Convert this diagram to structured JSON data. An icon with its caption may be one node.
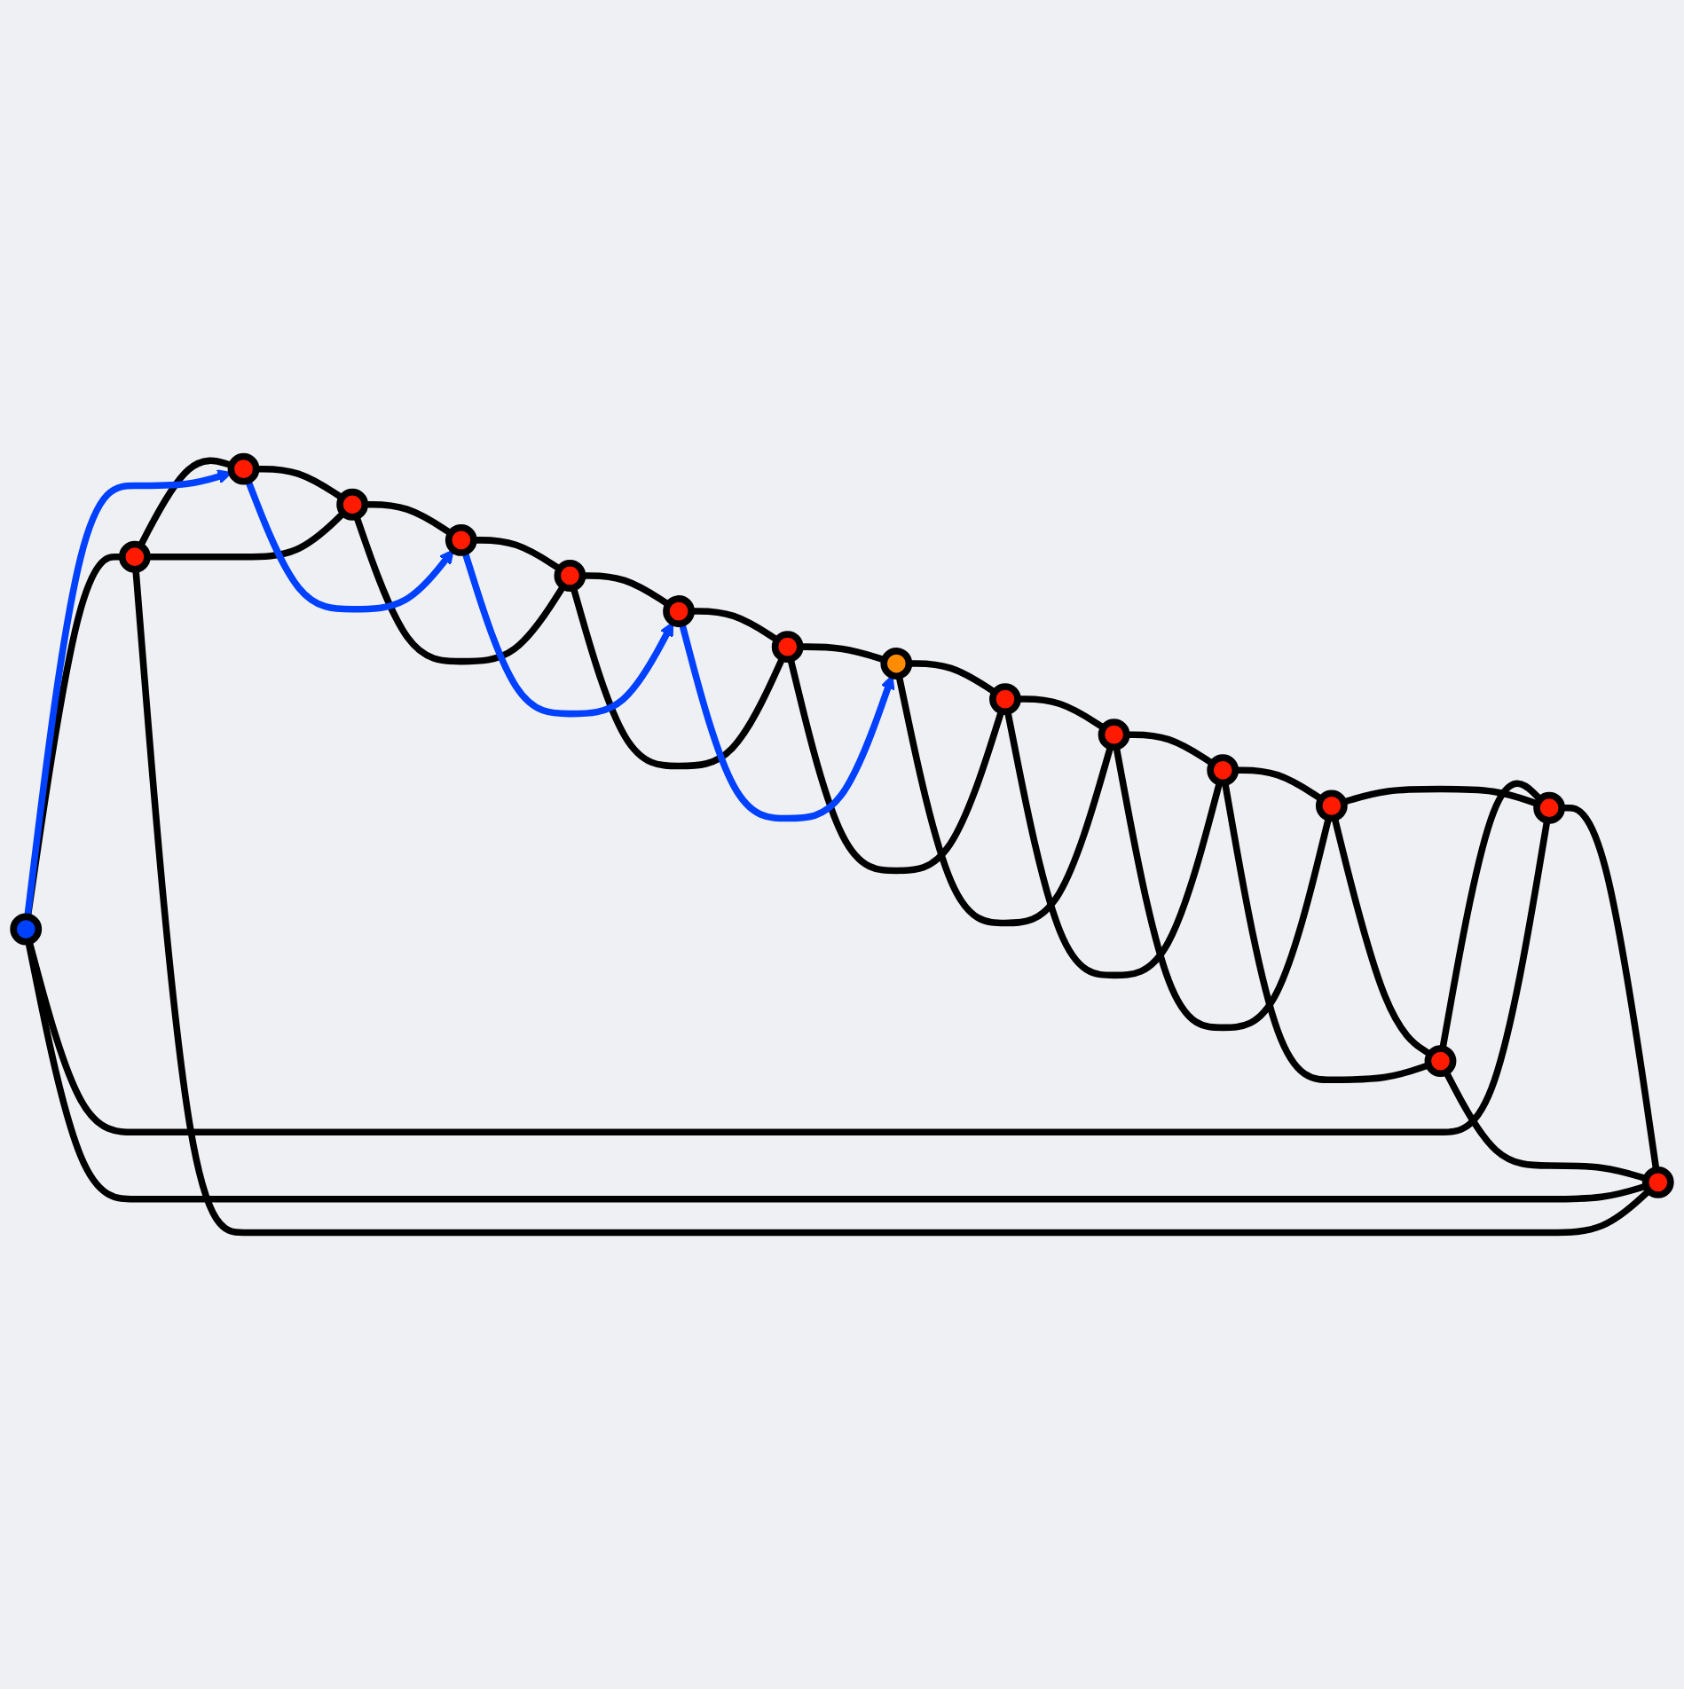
{
  "diagram": {
    "nodes": [
      {
        "text": [],
        "shape": "circle"
      },
      {
        "text": [],
        "shape": "circle"
      },
      {
        "text": [],
        "shape": "circle"
      },
      {
        "text": [],
        "shape": "circle"
      },
      {
        "text": [],
        "shape": "circle"
      },
      {
        "text": [],
        "shape": "circle"
      },
      {
        "text": [],
        "shape": "circle"
      },
      {
        "text": [],
        "shape": "circle"
      },
      {
        "text": [],
        "shape": "circle"
      },
      {
        "text": [],
        "shape": "circle"
      },
      {
        "text": [],
        "shape": "circle"
      },
      {
        "text": [],
        "shape": "circle"
      },
      {
        "text": [],
        "shape": "circle"
      },
      {
        "text": [],
        "shape": "circle"
      },
      {
        "text": [],
        "shape": "circle"
      },
      {
        "text": [],
        "shape": "circle"
      }
    ],
    "edges": [
      {
        "from": 0,
        "to": 1,
        "arrow": "none"
      },
      {
        "from": 1,
        "to": 2,
        "arrow": "none"
      },
      {
        "from": 2,
        "to": 3,
        "arrow": "none"
      },
      {
        "from": 3,
        "to": 4,
        "arrow": "none"
      },
      {
        "from": 4,
        "to": 5,
        "arrow": "none"
      },
      {
        "from": 5,
        "to": 6,
        "arrow": "none"
      },
      {
        "from": 6,
        "to": 7,
        "arrow": "none"
      },
      {
        "from": 7,
        "to": 8,
        "arrow": "none"
      },
      {
        "from": 8,
        "to": 9,
        "arrow": "none"
      },
      {
        "from": 9,
        "to": 10,
        "arrow": "none"
      },
      {
        "from": 10,
        "to": 11,
        "arrow": "none"
      },
      {
        "from": 11,
        "to": 12,
        "arrow": "none"
      },
      {
        "from": 12,
        "to": 13,
        "arrow": "none"
      },
      {
        "from": 13,
        "to": 14,
        "arrow": "none"
      },
      {
        "from": 14,
        "to": 15,
        "arrow": "none"
      },
      {
        "from": 15,
        "to": 0,
        "arrow": "none"
      },
      {
        "from": 1,
        "to": 3,
        "arrow": "none"
      },
      {
        "from": 3,
        "to": 5,
        "arrow": "none"
      },
      {
        "from": 5,
        "to": 7,
        "arrow": "none"
      },
      {
        "from": 7,
        "to": 9,
        "arrow": "none"
      },
      {
        "from": 9,
        "to": 11,
        "arrow": "none"
      },
      {
        "from": 11,
        "to": 13,
        "arrow": "none"
      },
      {
        "from": 13,
        "to": 15,
        "arrow": "none"
      },
      {
        "from": 15,
        "to": 1,
        "arrow": "none"
      },
      {
        "from": 8,
        "to": 10,
        "arrow": "none"
      },
      {
        "from": 10,
        "to": 12,
        "arrow": "none"
      },
      {
        "from": 12,
        "to": 14,
        "arrow": "none"
      },
      {
        "from": 14,
        "to": 0,
        "arrow": "none"
      },
      {
        "from": 0,
        "to": 2,
        "arrow": "to",
        "color": "#0040ff"
      },
      {
        "from": 2,
        "to": 4,
        "arrow": "to",
        "color": "#0040ff"
      },
      {
        "from": 4,
        "to": 6,
        "arrow": "to",
        "color": "#0040ff"
      },
      {
        "from": 6,
        "to": 8,
        "arrow": "to",
        "color": "#0040ff"
      }
    ]
  }
}
